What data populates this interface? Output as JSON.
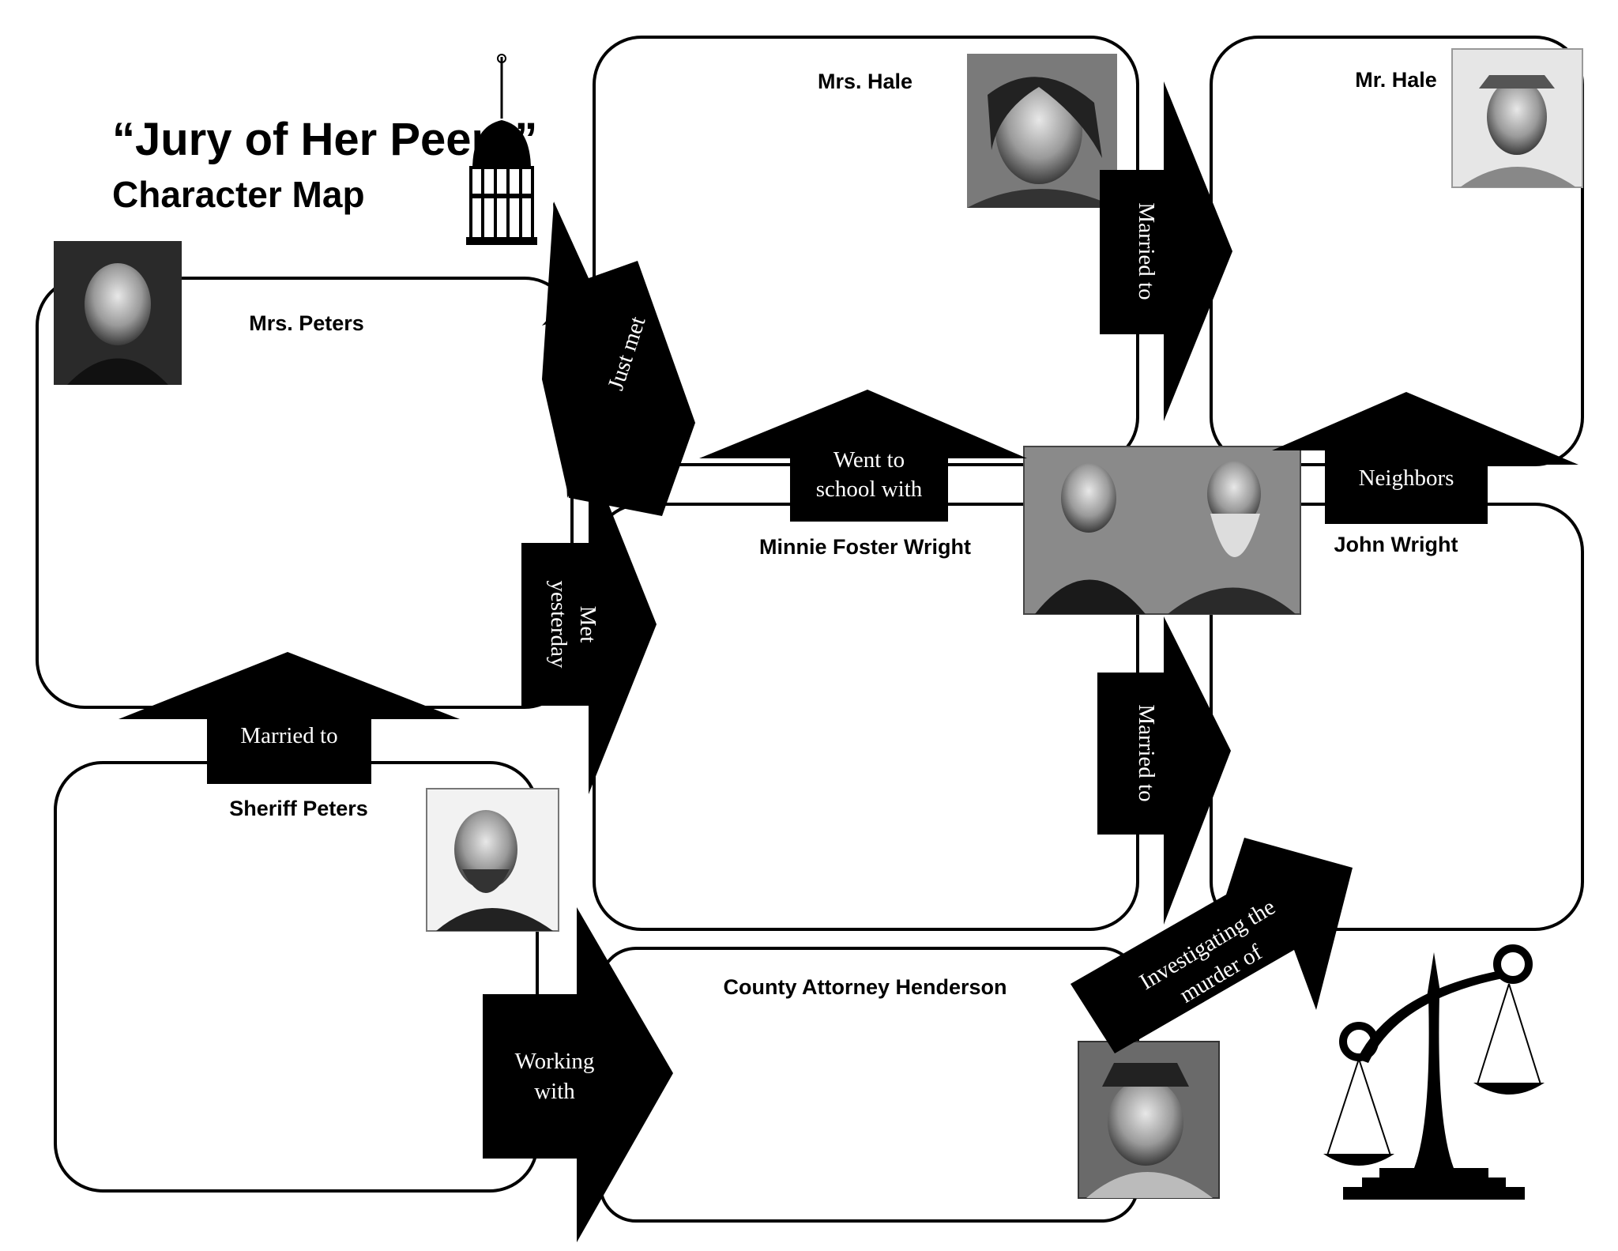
{
  "title": {
    "main": "“Jury of Her Peers”",
    "sub": "Character Map"
  },
  "icons": {
    "birdcage": "birdcage-icon",
    "scales": "scales-of-justice-icon"
  },
  "characters": {
    "mrs_peters": "Mrs. Peters",
    "mrs_hale": "Mrs. Hale",
    "mr_hale": "Mr. Hale",
    "minnie": "Minnie Foster Wright",
    "john": "John Wright",
    "sheriff": "Sheriff Peters",
    "county_attorney": "County Attorney Henderson"
  },
  "relations": {
    "just_met": "Just met",
    "married_hale": "Married to",
    "went_to_school": [
      "Went to",
      "school with"
    ],
    "neighbors": "Neighbors",
    "met_yesterday": [
      "Met",
      "yesterday"
    ],
    "married_peters": "Married to",
    "married_wright": "Married to",
    "working_with": [
      "Working",
      "with"
    ],
    "investigating": [
      "Investigating the",
      "murder of"
    ]
  },
  "colors": {
    "ink": "#000000",
    "paper": "#ffffff"
  }
}
